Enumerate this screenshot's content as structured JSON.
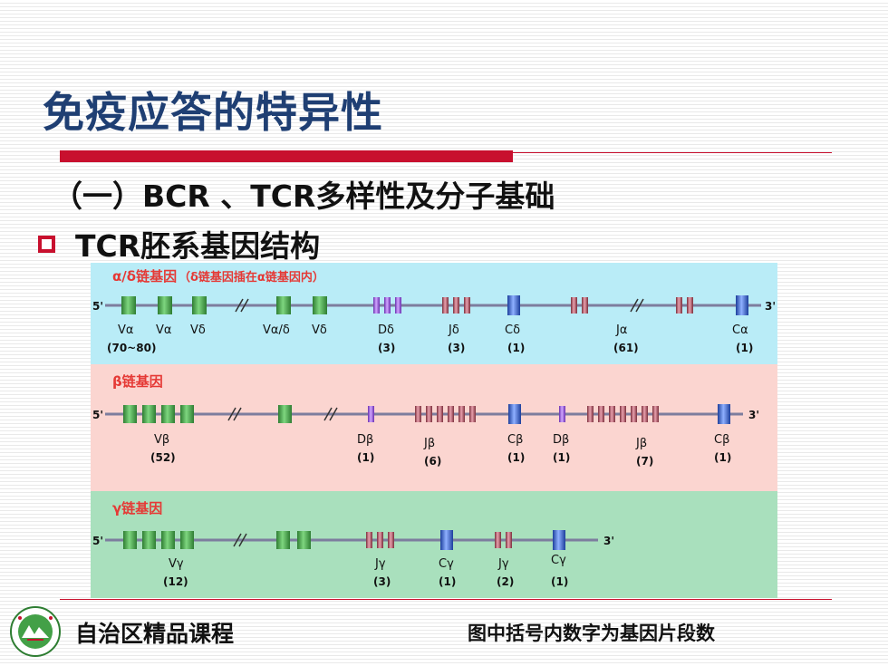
{
  "slide": {
    "title": "免疫应答的特异性",
    "subtitle": "（一）BCR 、TCR多样性及分子基础",
    "bullet": "TCR胚系基因结构"
  },
  "figure": {
    "panels": [
      {
        "heading": "α/δ链基因",
        "note": "（δ链基因插在α链基因内）",
        "five_prime": "5'",
        "three_prime": "3'",
        "labels": [
          "Vα",
          "Vα",
          "Vδ",
          "Vα/δ",
          "Vδ",
          "Dδ",
          "Jδ",
          "Cδ",
          "Jα",
          "Cα"
        ],
        "counts": [
          "(70~80)",
          "(3)",
          "(3)",
          "(1)",
          "(61)",
          "(1)"
        ]
      },
      {
        "heading": "β链基因",
        "five_prime": "5'",
        "three_prime": "3'",
        "labels": [
          "Vβ",
          "Dβ",
          "Jβ",
          "Cβ",
          "Dβ",
          "Jβ",
          "Cβ"
        ],
        "counts": [
          "(52)",
          "(1)",
          "(6)",
          "(1)",
          "(1)",
          "(7)",
          "(1)"
        ]
      },
      {
        "heading": "γ链基因",
        "five_prime": "5'",
        "three_prime": "3'",
        "labels": [
          "Vγ",
          "Jγ",
          "Cγ",
          "Jγ",
          "Cγ"
        ],
        "counts": [
          "(12)",
          "(3)",
          "(1)",
          "(2)",
          "(1)"
        ]
      }
    ],
    "colors": {
      "panel_alpha_bg": "#b9ecf7",
      "panel_beta_bg": "#fbd5d0",
      "panel_gamma_bg": "#a9e0bd",
      "v_segment": "#4caf50",
      "d_segment": "#a066e0",
      "j_segment": "#c06a7a",
      "c_segment": "#3b6fd8",
      "heading_red": "#e53935"
    }
  },
  "footer": {
    "course": "自治区精品课程",
    "note": "图中括号内数字为基因片段数",
    "logo_icon": "university-seal-icon"
  }
}
